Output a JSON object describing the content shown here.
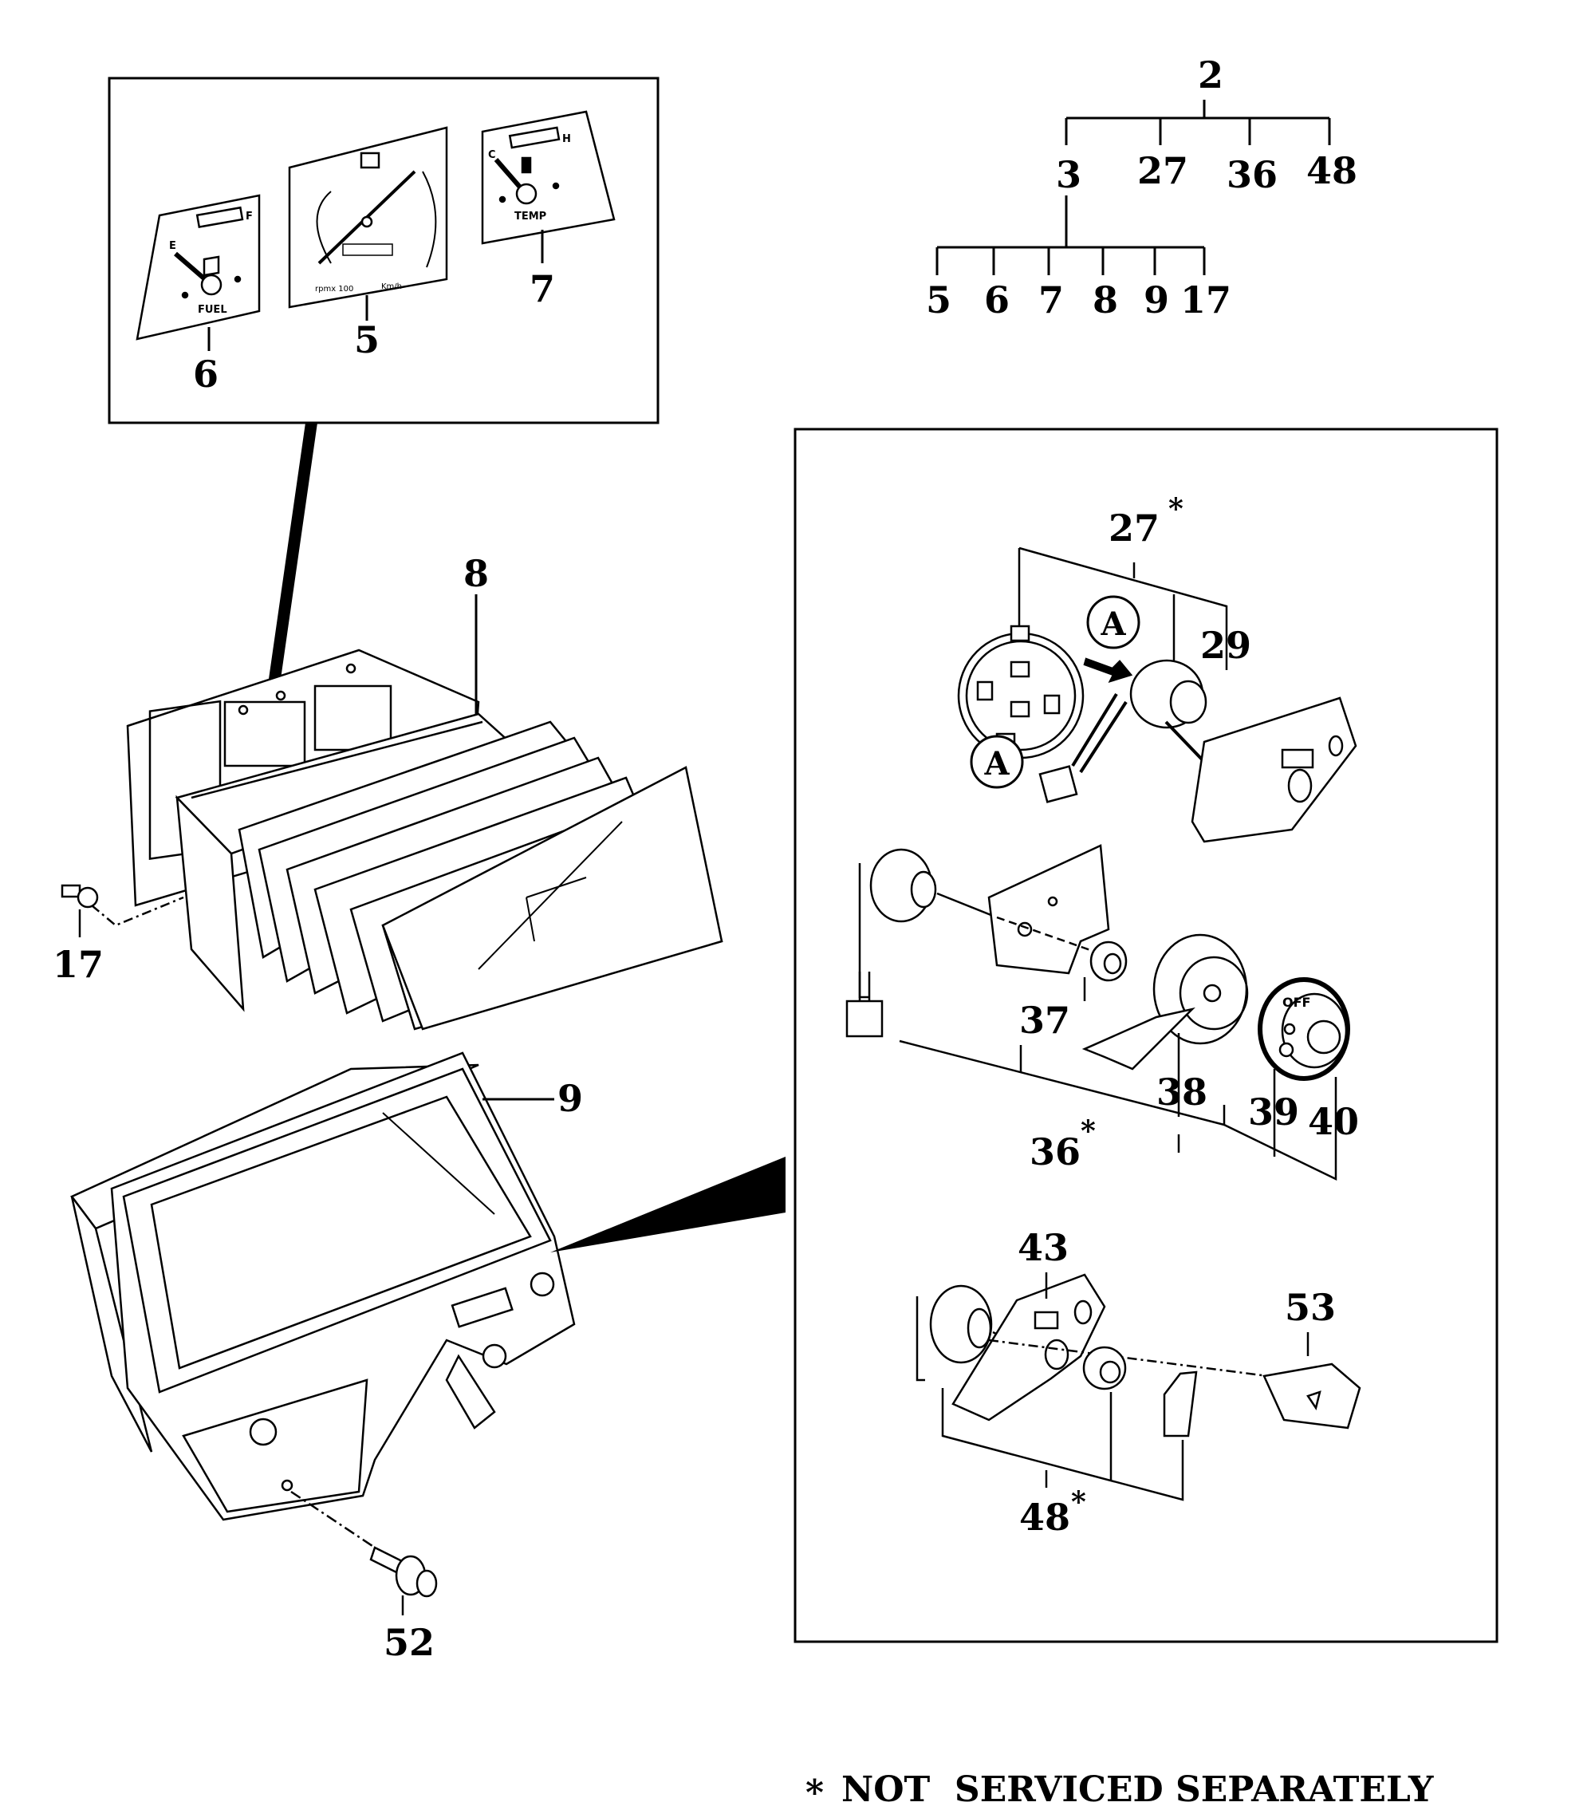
{
  "hierarchy": {
    "root": "2",
    "level1": [
      "3",
      "27",
      "36",
      "48"
    ],
    "level2": [
      "5",
      "6",
      "7",
      "8",
      "9",
      "17"
    ]
  },
  "callouts": {
    "fuel_gauge": "6",
    "speedometer": "5",
    "temp_gauge": "7",
    "cluster_housing": "8",
    "mounting_screw": "17",
    "bezel": "9",
    "bezel_screw": "52",
    "light_switch_assembly": "27",
    "light_switch_lever": "29",
    "detail_marker": "A",
    "wiper_switch_assembly": "36",
    "wiper_nut": "37",
    "wiper_lever": "38",
    "wiper_dial": "39",
    "wiper_knob": "40",
    "hazard_plate": "43",
    "hazard_switch_assembly": "48",
    "hazard_knob": "53",
    "asterisk": "*"
  },
  "gauge_text": {
    "fuel_label": "FUEL",
    "fuel_empty": "E",
    "fuel_full": "F",
    "temp_label": "TEMP",
    "temp_cold": "C",
    "temp_hot": "H",
    "speed_unit_rpm": "rpmx 100",
    "speed_unit_kmh": "Km/h",
    "wiper_off": "OFF"
  },
  "footnote": {
    "symbol": "*",
    "text": "NOT  SERVICED SEPARATELY"
  }
}
